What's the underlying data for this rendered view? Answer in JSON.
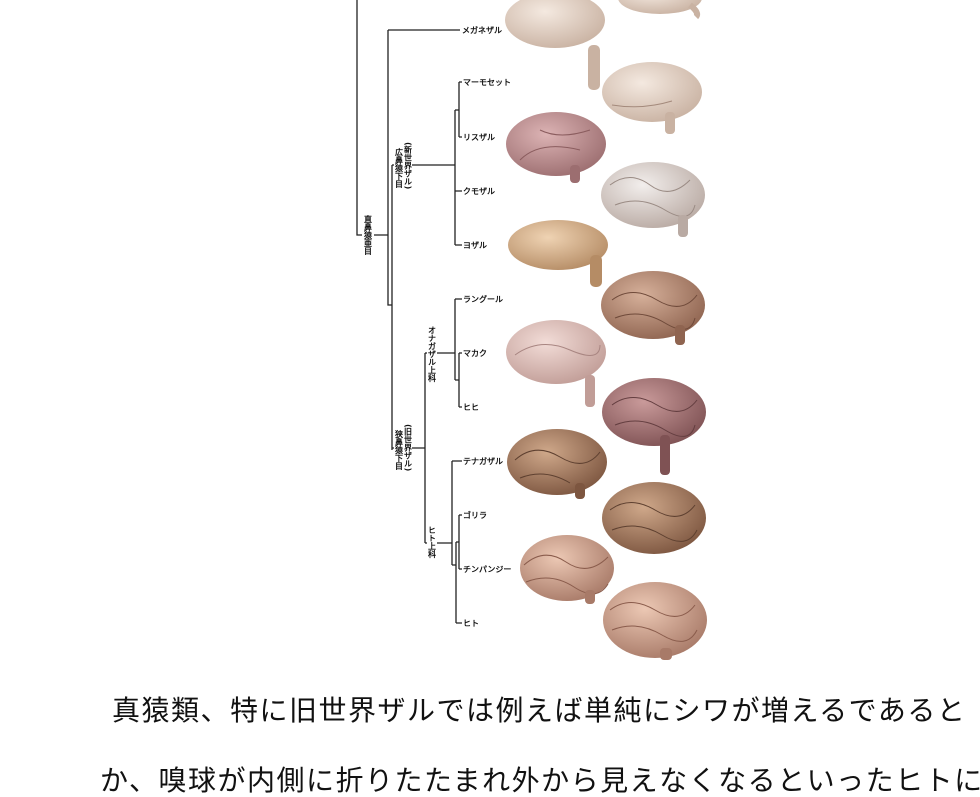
{
  "figure": {
    "clades": {
      "haplorhini": "直鼻猿亜目",
      "platyrrhini": "広鼻猿下目",
      "platyrrhini_note": "(新世界ザル)",
      "catarrhini": "狭鼻猿下目",
      "catarrhini_note": "(旧世界ザル)",
      "cercopithecoidea": "オナガザル上科",
      "hominoidea": "ヒト上科"
    },
    "species": [
      "メガネザル",
      "マーモセット",
      "リスザル",
      "クモザル",
      "ヨザル",
      "ラングール",
      "マカク",
      "ヒヒ",
      "テナガザル",
      "ゴリラ",
      "チンパンジー",
      "ヒト"
    ]
  },
  "text": {
    "line1": "真猿類、特に旧世界ザルでは例えば単純にシワが増えるであると",
    "line2": "か、嗅球が内側に折りたたまれ外から見えなくなるといったヒトに"
  }
}
